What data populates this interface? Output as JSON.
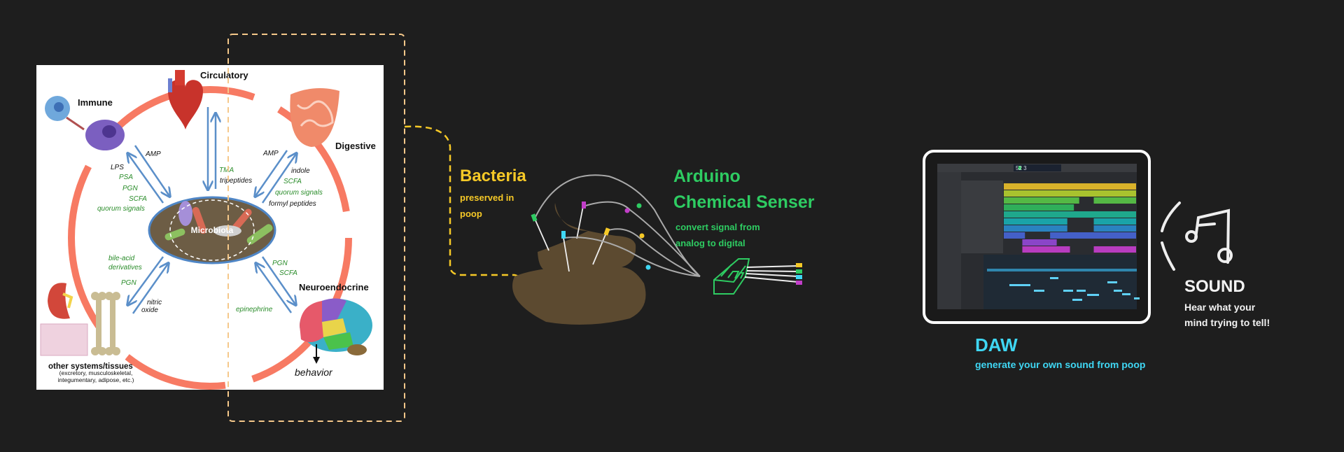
{
  "diagram": {
    "systems": {
      "circulatory": "Circulatory",
      "immune": "Immune",
      "digestive": "Digestive",
      "neuroendocrine": "Neuroendocrine",
      "other": "other systems/tissues",
      "other_sub1": "(excretory, musculoskeletal,",
      "other_sub2": "integumentary, adipose, etc.)",
      "behavior": "behavior",
      "center": "Microbiota"
    },
    "labels": {
      "immune_amp": "AMP",
      "lps": "LPS",
      "psa": "PSA",
      "immune_pgn": "PGN",
      "immune_scfa": "SCFA",
      "immune_quorum": "quorum signals",
      "tma": "TMA",
      "tripeptides": "tripeptides",
      "digestive_amp": "AMP",
      "indole": "indole",
      "digestive_scfa": "SCFA",
      "digestive_quorum": "quorum signals",
      "formyl": "formyl peptides",
      "bile1": "bile-acid",
      "bile2": "derivatives",
      "other_pgn": "PGN",
      "nitric1": "nitric",
      "nitric2": "oxide",
      "neuro_pgn": "PGN",
      "neuro_scfa": "SCFA",
      "epinephrine": "epinephrine"
    },
    "colors": {
      "ring": "#f77a63",
      "arrow": "#5b8fc9",
      "green_label": "#2a8c2a"
    }
  },
  "bacteria": {
    "title": "Bacteria",
    "line1": "preserved in",
    "line2": "poop"
  },
  "arduino": {
    "title1": "Arduino",
    "title2": "Chemical Senser",
    "line1": "convert signal from",
    "line2": "analog to digital"
  },
  "daw": {
    "title": "DAW",
    "subtitle": "generate your own sound from poop",
    "counter": "52 3"
  },
  "sound": {
    "title": "SOUND",
    "line1": "Hear what your",
    "line2": "mind trying to tell!"
  },
  "colors": {
    "background": "#1e1e1e",
    "yellow": "#f6c927",
    "green": "#2ecc62",
    "cyan": "#3fd7f4",
    "poop": "#5c4a30"
  }
}
